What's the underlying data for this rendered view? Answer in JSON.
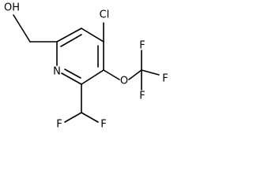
{
  "molecule": {
    "atoms": {
      "hydroxyl": "OH",
      "chlorine": "Cl",
      "ring_nitrogen": "N",
      "ether_oxygen": "O",
      "fluorine_cf3_top": "F",
      "fluorine_cf3_right": "F",
      "fluorine_cf3_bottom": "F",
      "fluorine_chf2_left": "F",
      "fluorine_chf2_right": "F"
    }
  }
}
